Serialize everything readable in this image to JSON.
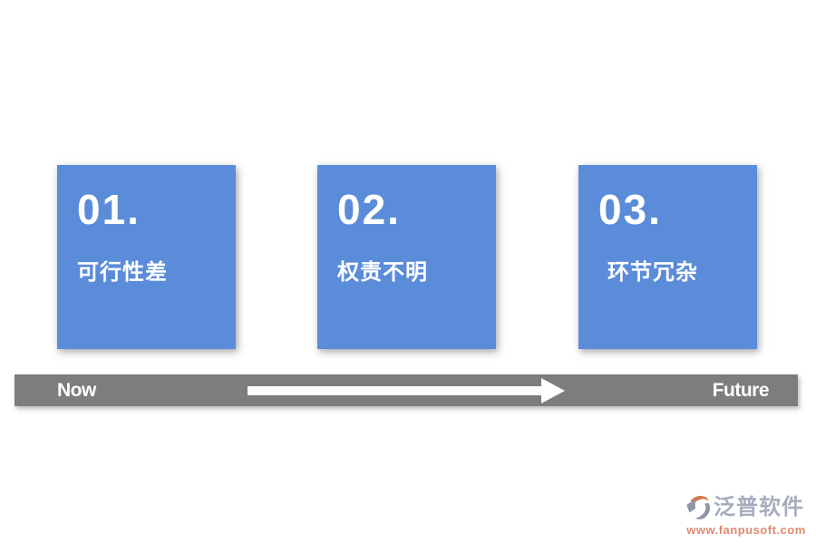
{
  "slide": {
    "background": "#ffffff"
  },
  "cards": [
    {
      "number": "01.",
      "label": "可行性差"
    },
    {
      "number": "02.",
      "label": "权责不明"
    },
    {
      "number": "03.",
      "label": "环节冗杂"
    }
  ],
  "timeline": {
    "start_label": "Now",
    "end_label": "Future",
    "bar_color": "#7d7d7d",
    "arrow_color": "#ffffff"
  },
  "colors": {
    "card_blue": "#5b8cd9",
    "bar_gray": "#7d7d7d",
    "text_white": "#ffffff"
  },
  "watermark": {
    "brand": "泛普软件",
    "url": "www.fanpusoft.com",
    "brand_color": "#a6adbd",
    "url_color": "#dd8b71",
    "icon": "fanpu-swirl-logo"
  }
}
